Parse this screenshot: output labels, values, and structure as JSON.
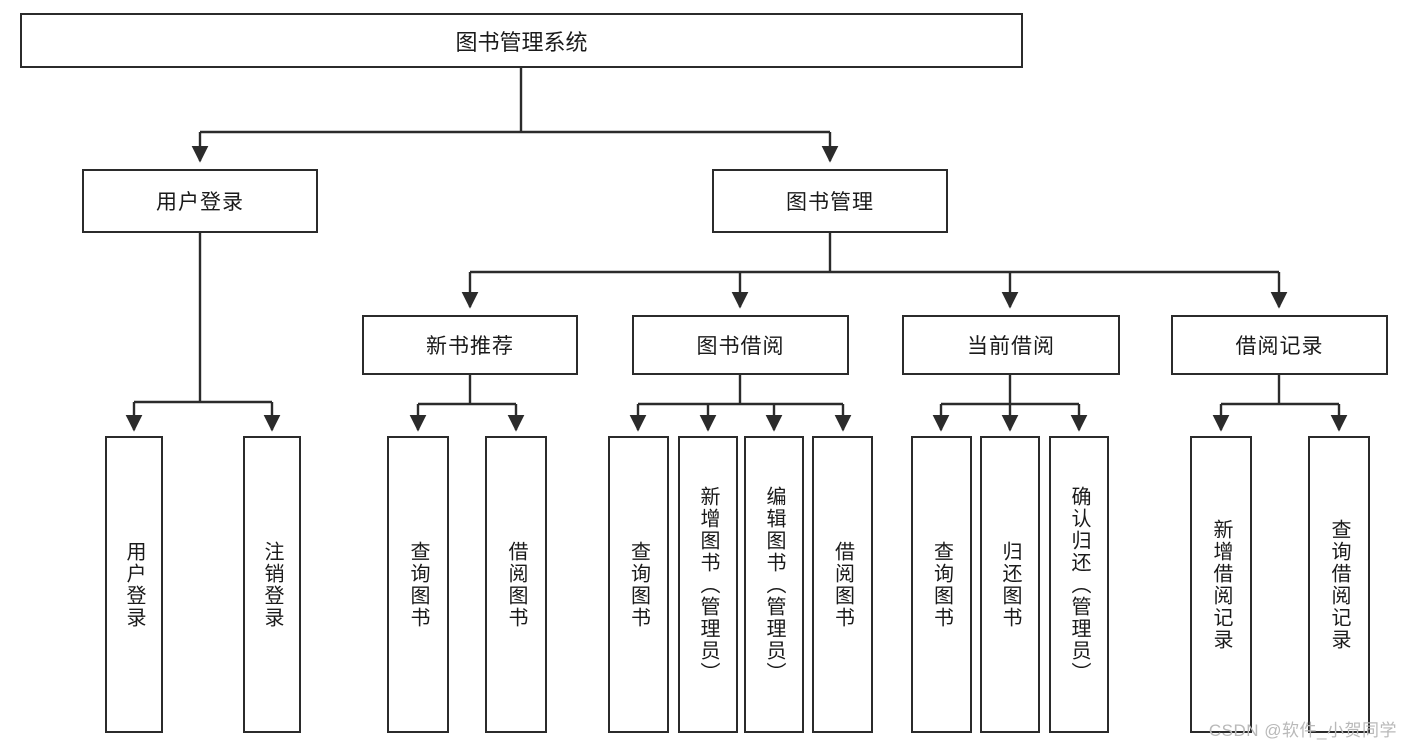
{
  "diagram": {
    "title": "图书管理系统",
    "type": "tree-hierarchy-chart",
    "watermark": "CSDN @软件_小贺同学",
    "colors": {
      "border": "#2b2b2b",
      "fill": "#ffffff",
      "text": "#1a1a1a",
      "watermark": "#b9b9b9"
    },
    "levels": {
      "root": {
        "label": "图书管理系统"
      },
      "level2": [
        {
          "label": "用户登录"
        },
        {
          "label": "图书管理"
        }
      ],
      "level3": [
        {
          "label": "新书推荐"
        },
        {
          "label": "图书借阅"
        },
        {
          "label": "当前借阅"
        },
        {
          "label": "借阅记录"
        }
      ],
      "leaves": [
        {
          "label": "用户登录",
          "parent": "用户登录"
        },
        {
          "label": "注销登录",
          "parent": "用户登录"
        },
        {
          "label": "查询图书",
          "parent": "新书推荐"
        },
        {
          "label": "借阅图书",
          "parent": "新书推荐"
        },
        {
          "label": "查询图书",
          "parent": "图书借阅"
        },
        {
          "label": "新增图书（管理员）",
          "parent": "图书借阅"
        },
        {
          "label": "编辑图书（管理员）",
          "parent": "图书借阅"
        },
        {
          "label": "借阅图书",
          "parent": "图书借阅"
        },
        {
          "label": "查询图书",
          "parent": "当前借阅"
        },
        {
          "label": "归还图书",
          "parent": "当前借阅"
        },
        {
          "label": "确认归还（管理员）",
          "parent": "当前借阅"
        },
        {
          "label": "新增借阅记录",
          "parent": "借阅记录"
        },
        {
          "label": "查询借阅记录",
          "parent": "借阅记录"
        }
      ]
    }
  }
}
